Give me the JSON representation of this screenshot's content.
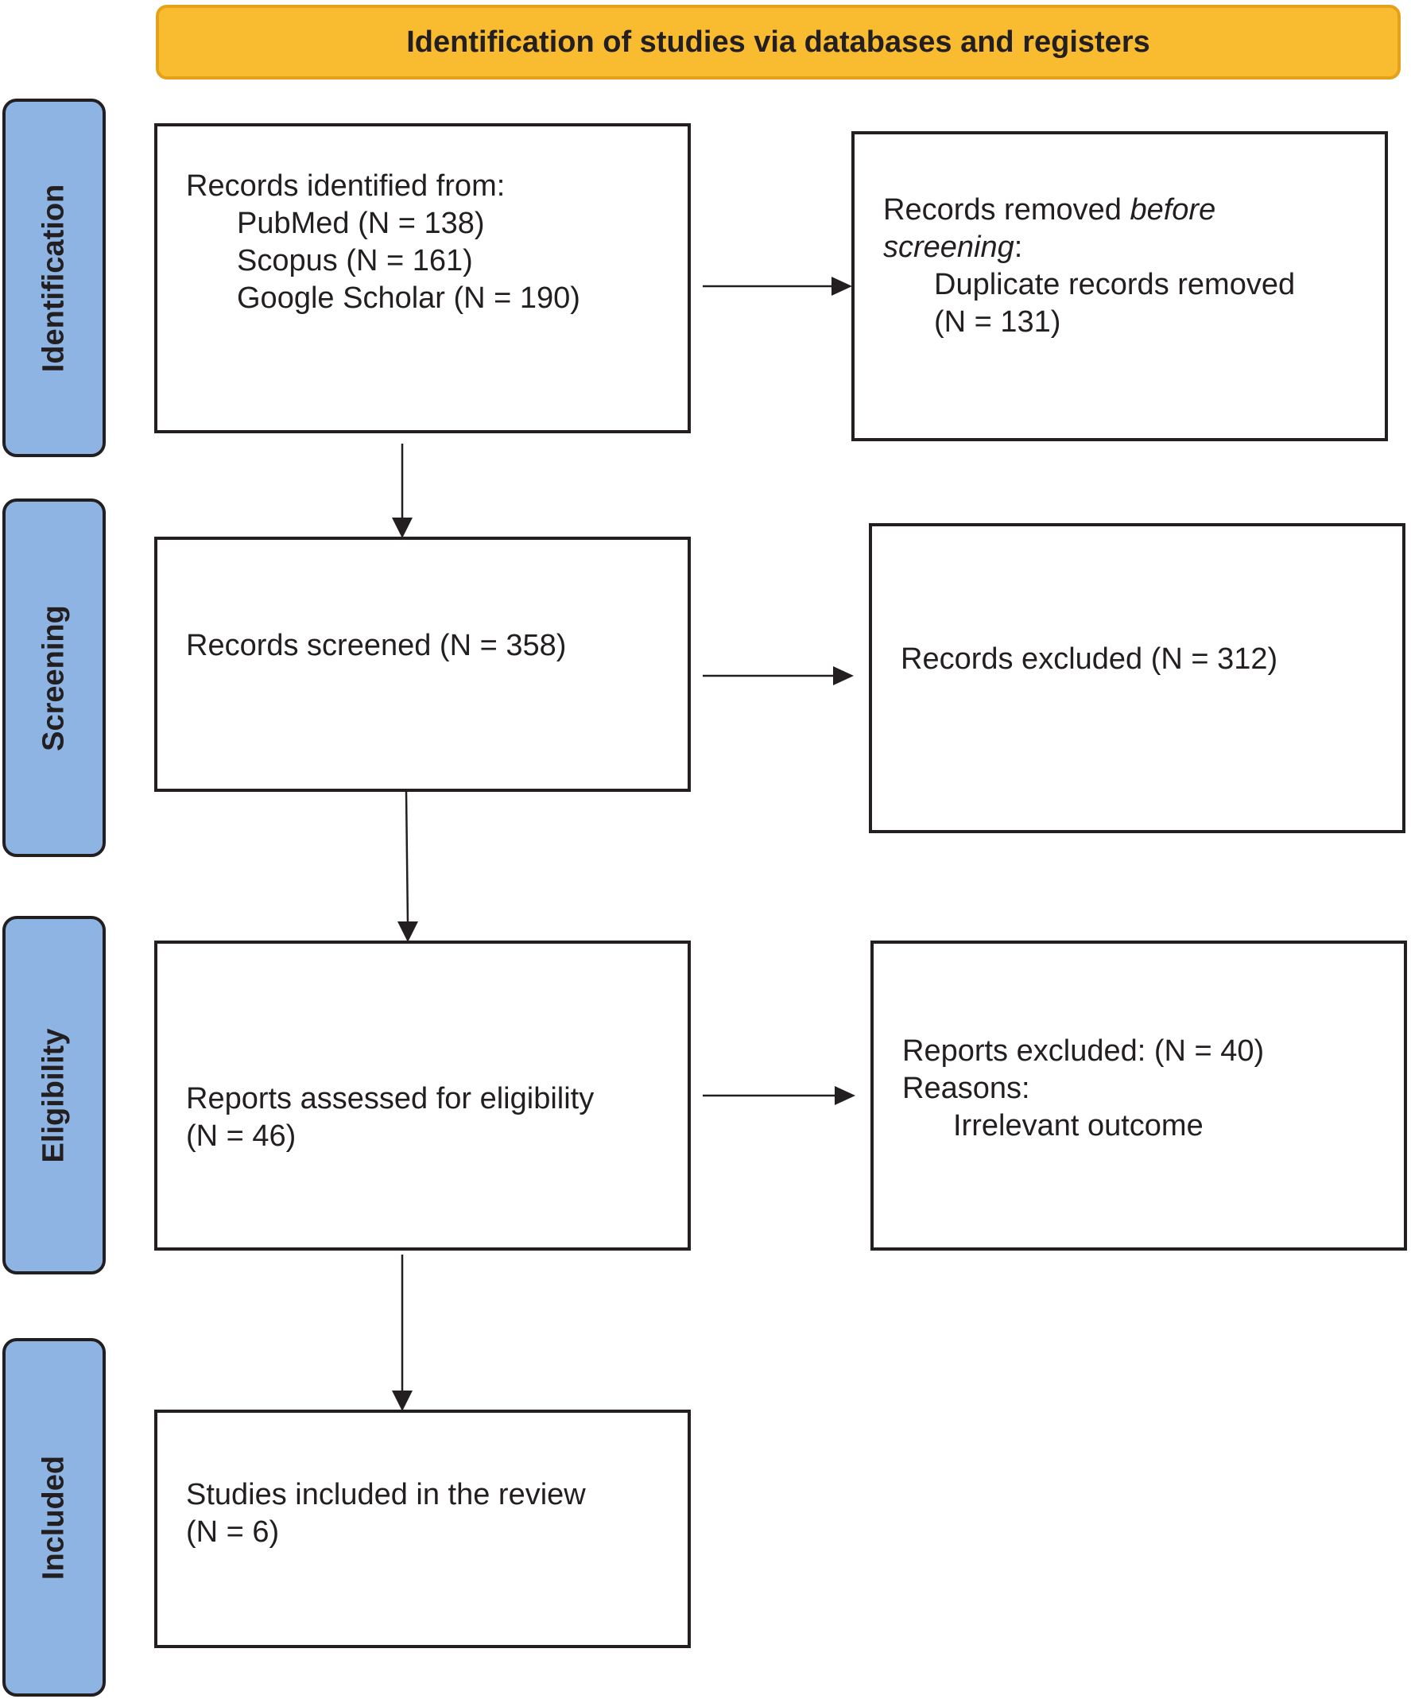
{
  "header": {
    "title": "Identification of studies via databases and registers"
  },
  "stages": {
    "identification": "Identification",
    "screening": "Screening",
    "eligibility": "Eligibility",
    "included": "Included"
  },
  "boxes": {
    "records_identified": {
      "heading": "Records identified from:",
      "sources": [
        "PubMed (N = 138)",
        "Scopus (N = 161)",
        "Google Scholar (N = 190)"
      ]
    },
    "records_removed": {
      "line1_prefix": "Records removed ",
      "line1_italic": "before",
      "line2_italic": "screening",
      "line2_suffix": ":",
      "detail": "Duplicate records removed",
      "count": "(N = 131)"
    },
    "records_screened": {
      "text": "Records screened (N = 358)"
    },
    "records_excluded": {
      "text": "Records excluded (N = 312)"
    },
    "reports_assessed": {
      "line1": "Reports assessed for eligibility",
      "line2": "(N = 46)"
    },
    "reports_excluded": {
      "line1": "Reports excluded: (N = 40)",
      "line2": "Reasons:",
      "line3": "Irrelevant outcome"
    },
    "studies_included": {
      "line1": "Studies included in the review",
      "line2": "(N = 6)"
    }
  }
}
